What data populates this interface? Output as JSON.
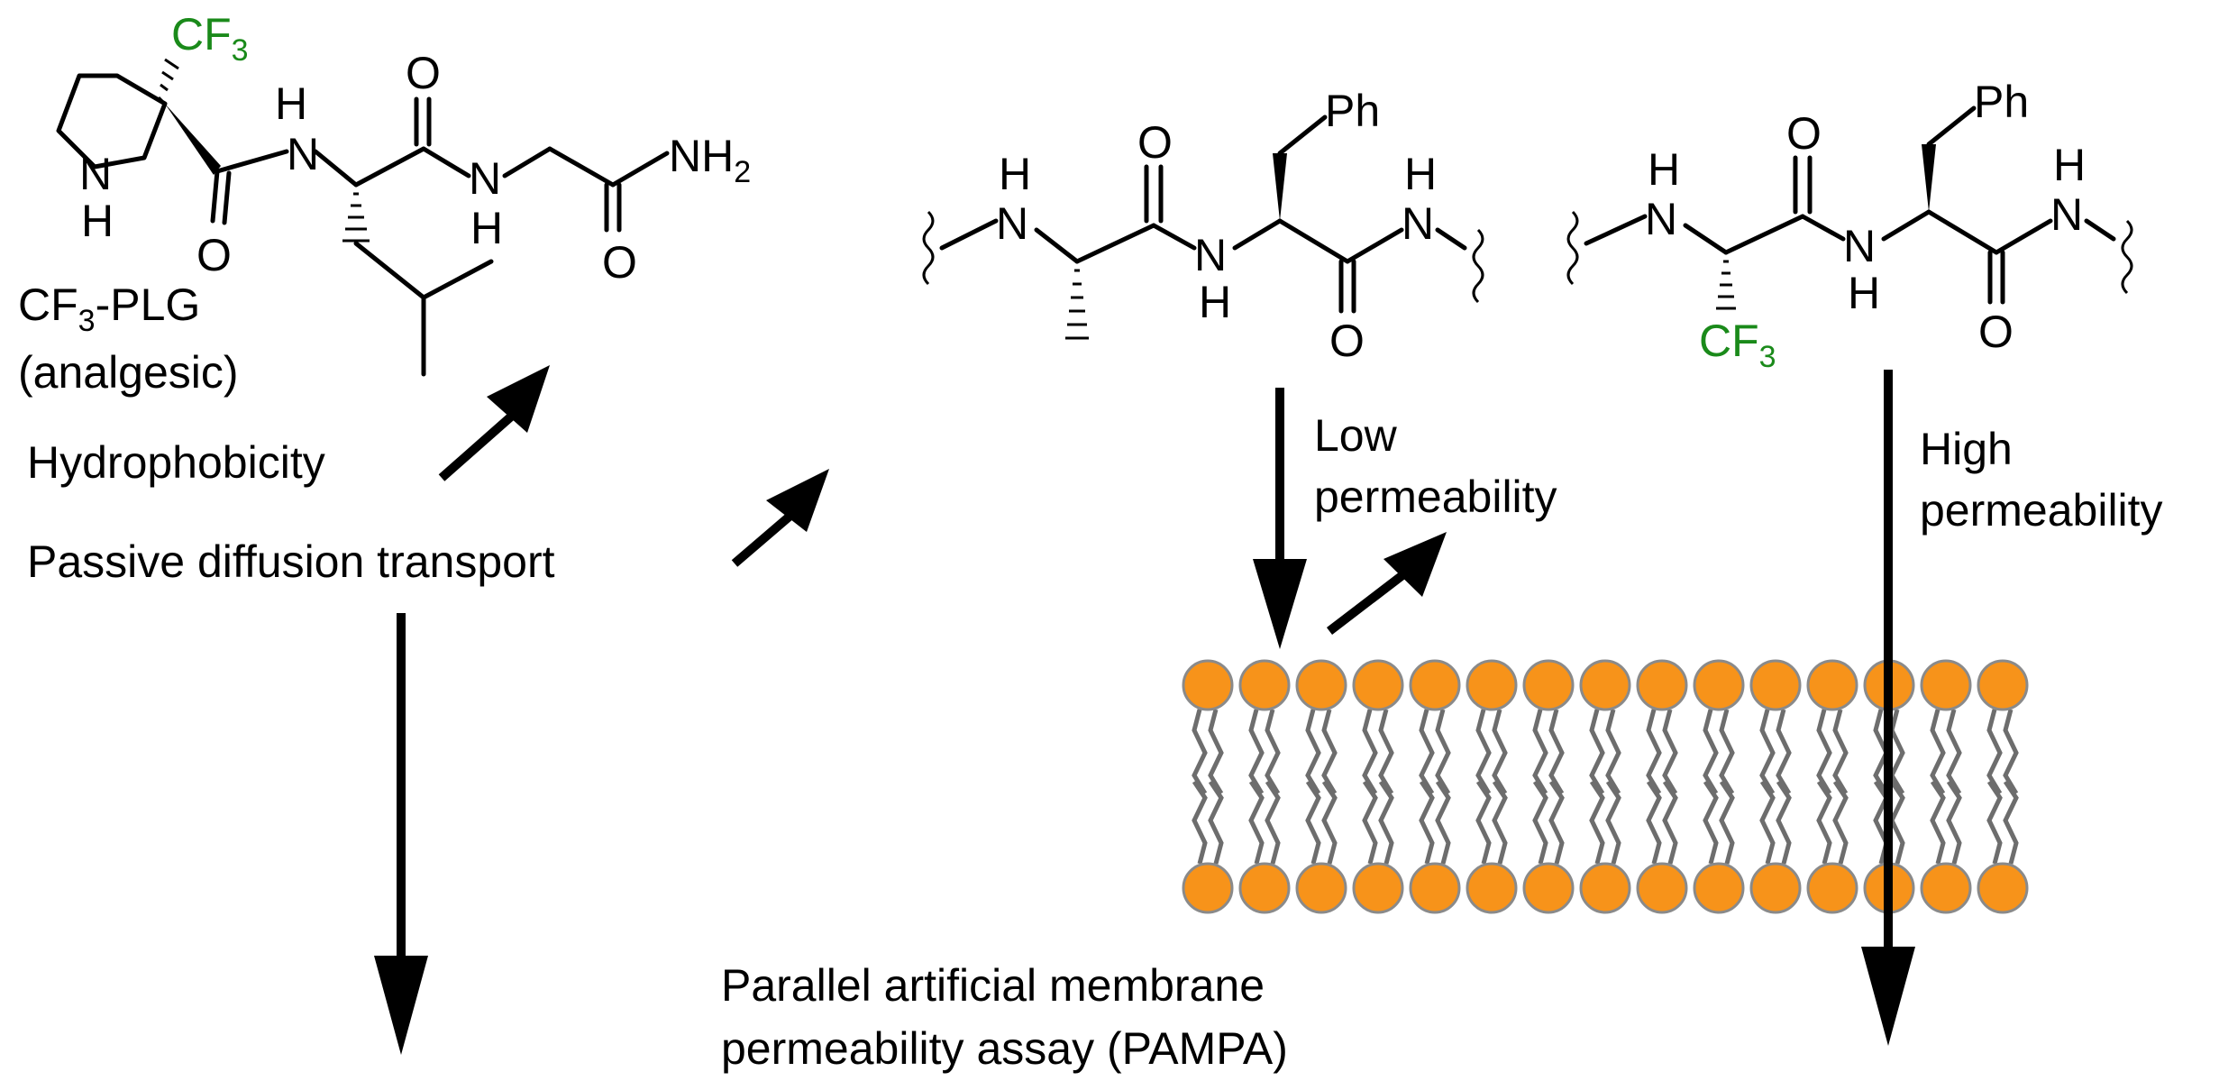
{
  "cf3plg": {
    "name": "CF3-PLG",
    "note": "(analgesic)",
    "atoms": {
      "cf3": "CF3",
      "ring_n": "N",
      "ring_h": "H",
      "nh1_h": "H",
      "nh1_n": "N",
      "o1": "O",
      "o2": "O",
      "nh2_n": "N",
      "nh2_h": "H",
      "o3": "O",
      "nh2_amide": "NH2"
    }
  },
  "peptide_ala": {
    "atoms": {
      "nh_h": "H",
      "nh_n": "N",
      "o_top": "O",
      "mid_n": "N",
      "mid_h": "H",
      "ph": "Ph",
      "r_h": "H",
      "r_n": "N",
      "o_bottom": "O"
    }
  },
  "peptide_tfm": {
    "atoms": {
      "nh_h": "H",
      "nh_n": "N",
      "o_top": "O",
      "mid_n": "N",
      "mid_h": "H",
      "cf3": "CF3",
      "ph": "Ph",
      "r_h": "H",
      "r_n": "N",
      "o_bottom": "O"
    }
  },
  "labels": {
    "hydrophobicity": "Hydrophobicity",
    "passive_diffusion": "Passive diffusion transport",
    "low_perm_1": "Low",
    "low_perm_2": "permeability",
    "high_perm_1": "High",
    "high_perm_2": "permeability",
    "pampa_1": "Parallel artificial membrane",
    "pampa_2": "permeability assay (PAMPA)"
  },
  "colors": {
    "cf3_text": "#1a8a1a",
    "lipid_head": "#f7931a",
    "lipid_tail": "#6d6d6d",
    "arrow": "#000000"
  },
  "membrane": {
    "lipid_count_per_leaflet": 15
  }
}
